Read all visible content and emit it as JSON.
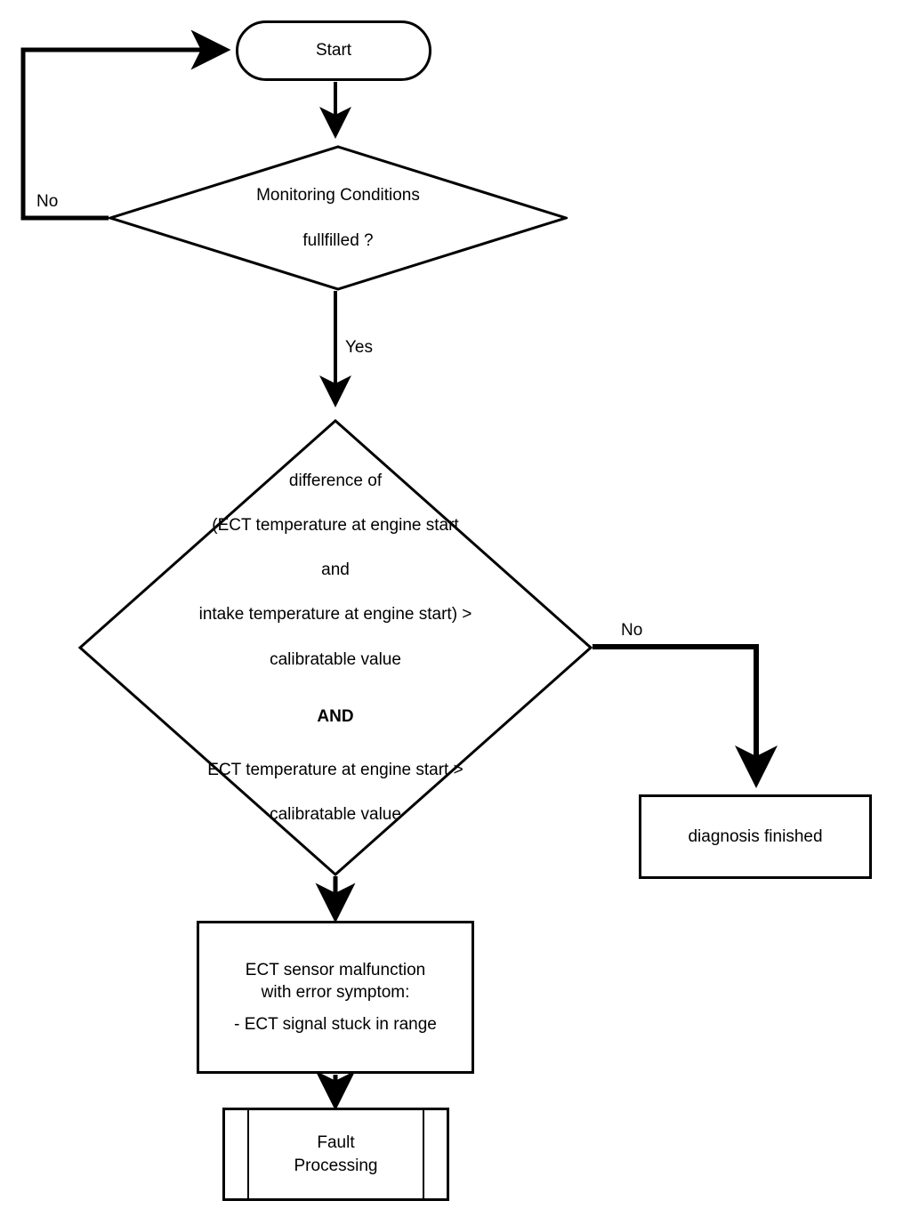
{
  "diagram": {
    "title": "ECT sensor stuck-in-range diagnosis flowchart",
    "type": "flowchart",
    "stroke_color": "#000000",
    "fill_color": "#ffffff",
    "nodes": {
      "start": {
        "shape": "terminator",
        "label": "Start"
      },
      "monitoring_conditions": {
        "shape": "decision",
        "line1": "Monitoring Conditions",
        "line2": "fullfilled ?"
      },
      "temperature_check": {
        "shape": "decision",
        "line1": "difference of",
        "line2": "(ECT temperature at engine start",
        "line3": "and",
        "line4": "intake temperature at engine start) >",
        "line5": "calibratable value",
        "operator": "AND",
        "line6": "ECT temperature at engine start >",
        "line7": "calibratable value"
      },
      "diagnosis_finished": {
        "shape": "process",
        "label": "diagnosis finished"
      },
      "ect_malfunction": {
        "shape": "process",
        "line1": "ECT sensor malfunction",
        "line2": "with error symptom:",
        "line3": "- ECT signal stuck in range"
      },
      "fault_processing": {
        "shape": "predefined-process",
        "line1": "Fault",
        "line2": "Processing"
      }
    },
    "edges": {
      "monitoring_no": "No",
      "monitoring_yes": "Yes",
      "temperature_no": "No"
    }
  }
}
